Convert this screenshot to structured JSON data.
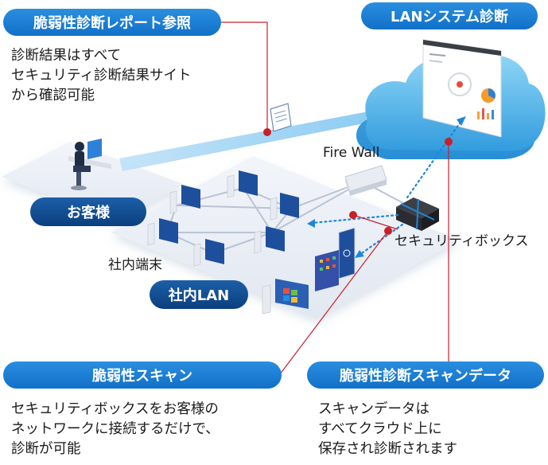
{
  "labels": {
    "report_title": "脆弱性診断レポート参照",
    "report_desc": [
      "診断結果はすべて",
      "セキュリティ診断結果サイト",
      "から確認可能"
    ],
    "lan_system": "LANシステム診断",
    "firewall": "Fire Wall",
    "customer": "お客様",
    "security_box": "セキュリティボックス",
    "terminals": "社内端末",
    "lan": "社内LAN",
    "scan_title": "脆弱性スキャン",
    "scan_desc": [
      "セキュリティボックスをお客様の",
      "ネットワークに接続するだけで、",
      "診断が可能"
    ],
    "data_title": "脆弱性診断スキャンデータ",
    "data_desc": [
      "スキャンデータは",
      "すべてクラウド上に",
      "保存され診断されます"
    ]
  },
  "colors": {
    "pill_blue": "#1a82d8",
    "pill_dark": "#0f4c92",
    "connector_red": "#c8202a",
    "dotted_blue": "#1e86d9",
    "cloud_blue": "#4fb6ea"
  }
}
